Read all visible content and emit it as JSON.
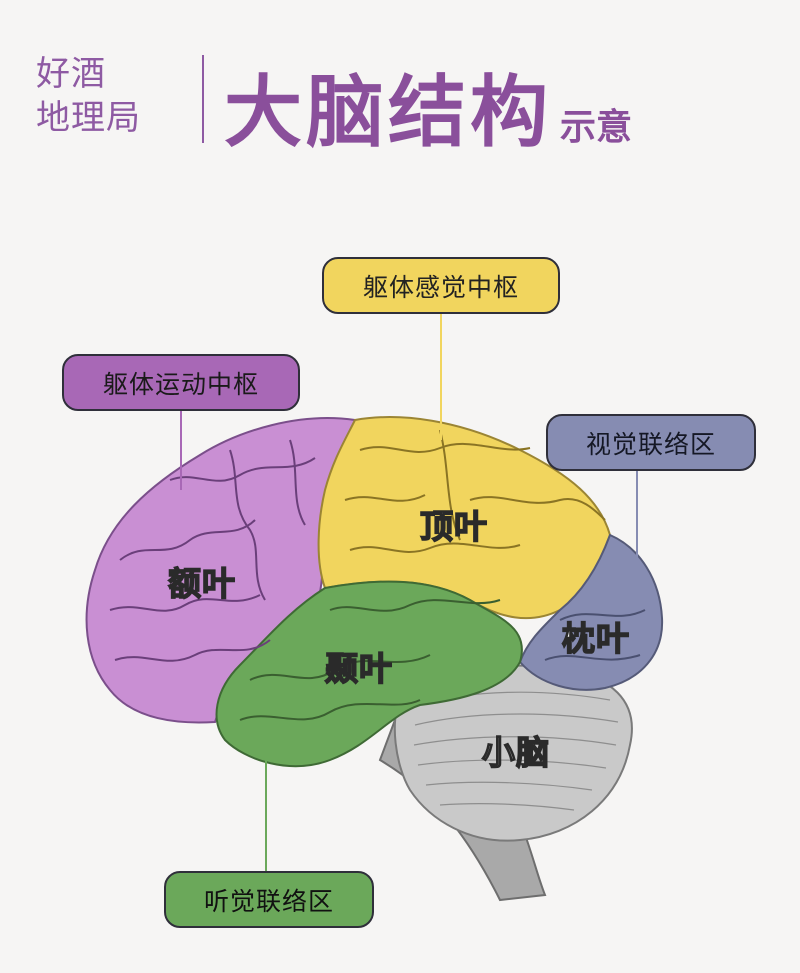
{
  "header": {
    "brand_line1": "好酒",
    "brand_line2": "地理局",
    "title_main": "大脑结构",
    "title_sub": "示意"
  },
  "tags": {
    "somatosensory": "躯体感觉中枢",
    "motor": "躯体运动中枢",
    "visual": "视觉联络区",
    "auditory": "听觉联络区"
  },
  "lobes": {
    "frontal": "额叶",
    "parietal": "顶叶",
    "temporal": "颞叶",
    "occipital": "枕叶",
    "cerebellum": "小脑"
  },
  "colors": {
    "frontal": "#c98fd3",
    "parietal": "#f1d55e",
    "temporal": "#6ba85a",
    "occipital": "#868cb2",
    "cerebellum": "#c9c9c9",
    "brainstem": "#a9a9a9",
    "accent": "#8e5aa3"
  }
}
